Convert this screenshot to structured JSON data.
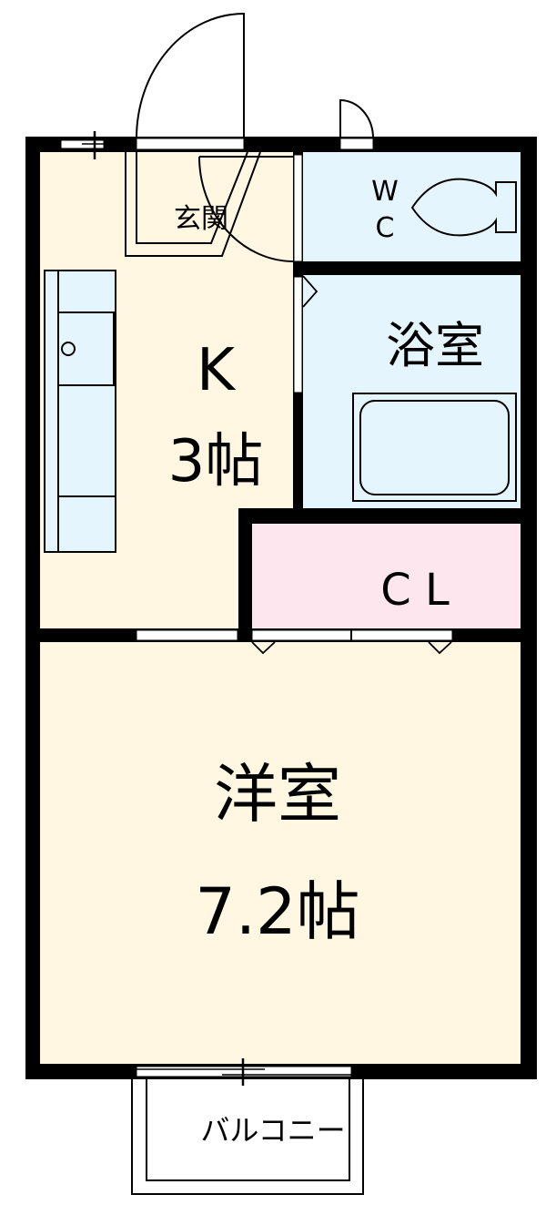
{
  "floorplan": {
    "colors": {
      "wall": "#000000",
      "living_floor": "#fff7e1",
      "wet_area": "#e4f5fd",
      "closet": "#fde6ee",
      "opening": "#ffffff"
    },
    "rooms": {
      "entrance": {
        "label": "玄関"
      },
      "kitchen": {
        "label": "K",
        "size": "3帖"
      },
      "wc": {
        "label_line1": "W",
        "label_line2": "C"
      },
      "bathroom": {
        "label": "浴室"
      },
      "closet": {
        "label": "C L"
      },
      "western_room": {
        "label": "洋室",
        "size": "7.2帖"
      },
      "balcony": {
        "label": "バルコニー"
      }
    }
  }
}
